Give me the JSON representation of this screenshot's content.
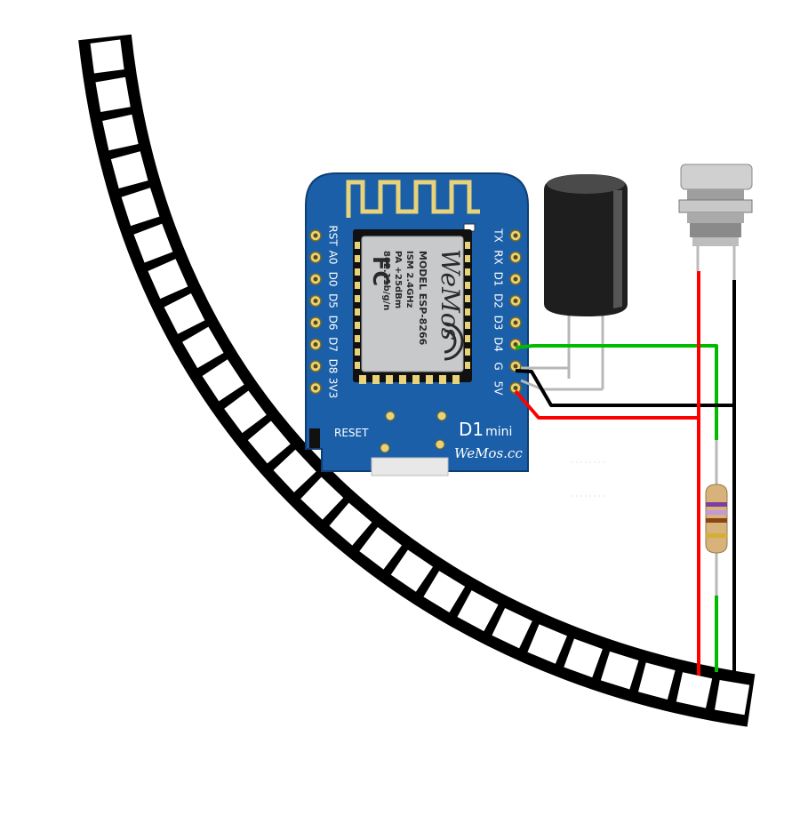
{
  "board": {
    "pins_left": [
      "RST",
      "A0",
      "D0",
      "D5",
      "D6",
      "D7",
      "D8",
      "3V3"
    ],
    "pins_right": [
      "TX",
      "RX",
      "D1",
      "D2",
      "D3",
      "D4",
      "G",
      "5V"
    ],
    "reset_label": "RESET",
    "name_main": "D1",
    "name_sub": "mini",
    "brand": "WeMos.cc",
    "color": "#1a5fa8"
  },
  "module": {
    "logo": "WeMos",
    "fc_mark": "FC",
    "lines": [
      "MODEL ESP-8266",
      "ISM 2.4GHz",
      "PA +25dBm",
      "802.11b/g/n"
    ]
  },
  "wires": {
    "signal_color": "#00bb00",
    "ground_color": "#000000",
    "power_color": "#ff0000"
  },
  "led_strip": {
    "segments": 26
  },
  "icons": [
    "capacitor-icon",
    "dc-jack-icon",
    "resistor-icon",
    "antenna-trace-icon",
    "wifi-icon"
  ]
}
